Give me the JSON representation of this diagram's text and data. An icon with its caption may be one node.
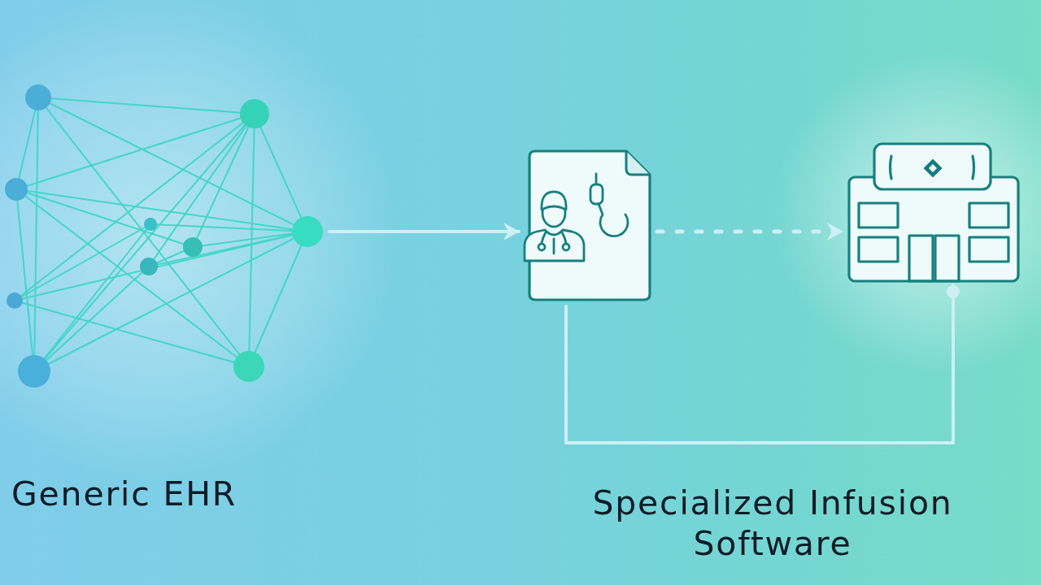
{
  "diagram": {
    "nodes": [
      {
        "text": [],
        "shape": "picture",
        "beside": [
          "Generic EHR"
        ]
      },
      {
        "text": [],
        "shape": "picture"
      },
      {
        "text": [],
        "shape": "picture"
      }
    ],
    "edges": [
      {
        "from": 0,
        "to": 1,
        "arrow": "to"
      },
      {
        "from": 1,
        "to": 2,
        "arrow": "to",
        "style": "dashed"
      },
      {
        "from": 1,
        "to": 2,
        "arrow": "other"
      }
    ],
    "labels": [
      "Specialized Infusion Software"
    ]
  }
}
